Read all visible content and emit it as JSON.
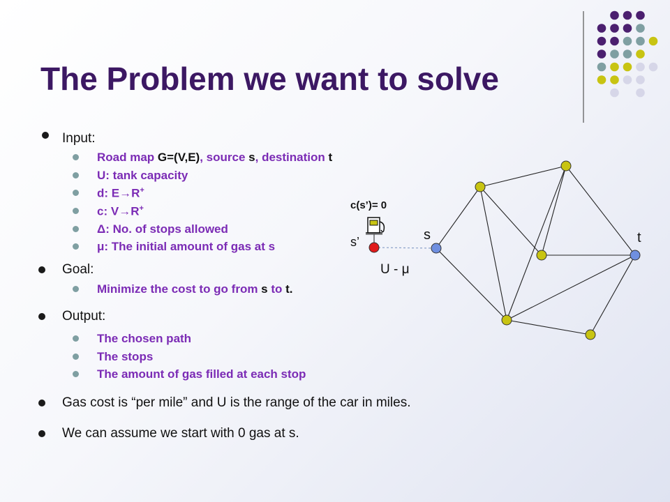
{
  "slide": {
    "title": "The Problem we want to solve",
    "bullets": {
      "input": {
        "label": "Input:",
        "items": [
          {
            "a": "Road map ",
            "b": "G=(V,E)",
            "c": ", source ",
            "d": "s",
            "e": ", destination ",
            "f": "t"
          },
          {
            "a": "U: tank capacity"
          },
          {
            "a": "d: E",
            "arrow": "→",
            "b": "R",
            "sup": "+"
          },
          {
            "a": "c: V",
            "arrow": "→",
            "b": "R",
            "sup": "+"
          },
          {
            "sym": "Δ",
            "a": ": No. of stops allowed"
          },
          {
            "sym": "μ",
            "a": ": The initial amount of gas at s"
          }
        ]
      },
      "goal": {
        "label": "Goal:",
        "item_a": "Minimize the cost to go from ",
        "item_s": "s",
        "item_b": " to ",
        "item_t": "t."
      },
      "output": {
        "label": "Output:",
        "items": [
          "The chosen path",
          "The stops",
          "The amount of gas filled at each stop"
        ]
      },
      "gas_cost": "Gas cost is “per mile” and U is the range of the car in miles.",
      "start": "We can assume we start with 0 gas at s."
    }
  },
  "diagram": {
    "cost_label": "c(s’)= 0",
    "s_prime_label": "s’",
    "s_label": "s",
    "t_label": "t",
    "edge_label": "U - μ",
    "gas_pump_icon": "gas-pump-icon",
    "colors": {
      "yellow_node": "#c8c412",
      "blue_node": "#6f8fe0",
      "red_node": "#e01a1a"
    }
  },
  "theme": {
    "title_color": "#3c1863",
    "sub_text_color": "#7b2bb5",
    "decor_colors": {
      "purple": "#4b1f6f",
      "teal": "#7f9fa2",
      "yellow": "#c8c412",
      "lavender": "#d6d6e8"
    }
  }
}
